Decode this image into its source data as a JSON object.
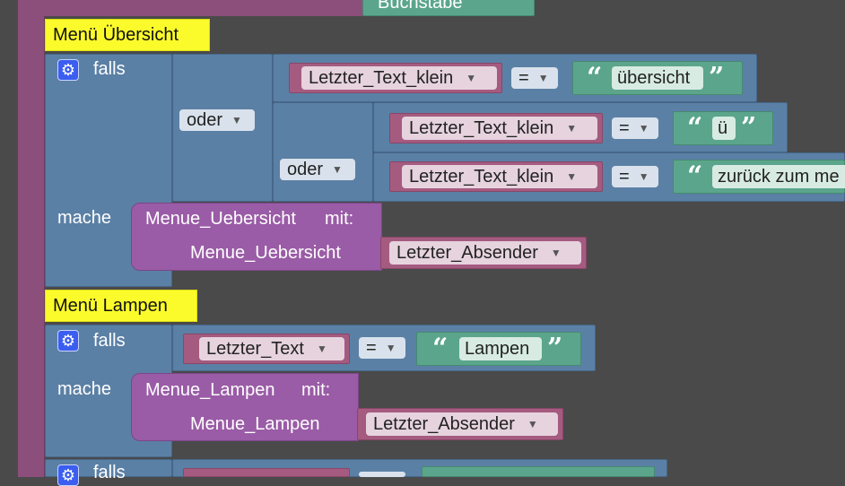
{
  "top": {
    "partial_label": "Buchstabe"
  },
  "block1": {
    "comment": "Menü Übersicht",
    "falls": "falls",
    "mache": "mache",
    "oder1": "oder",
    "oder2": "oder",
    "cond1": {
      "var": "Letzter_Text_klein",
      "op": "=",
      "text": "übersicht"
    },
    "cond2": {
      "var": "Letzter_Text_klein",
      "op": "=",
      "text": "ü"
    },
    "cond3": {
      "var": "Letzter_Text_klein",
      "op": "=",
      "text": "zurück zum me"
    },
    "proc": {
      "name": "Menue_Uebersicht",
      "mit": "mit:",
      "param": "Menue_Uebersicht",
      "arg": "Letzter_Absender"
    }
  },
  "block2": {
    "comment": "Menü Lampen",
    "falls": "falls",
    "mache": "mache",
    "cond1": {
      "var": "Letzter_Text",
      "op": "=",
      "text": "Lampen"
    },
    "proc": {
      "name": "Menue_Lampen",
      "mit": "mit:",
      "param": "Menue_Lampen",
      "arg": "Letzter_Absender"
    }
  },
  "block3": {
    "falls": "falls"
  },
  "icons": {
    "gear": "gear-icon",
    "dropdown": "dropdown-arrow-icon",
    "quote_open": "“",
    "quote_close": "”"
  },
  "colors": {
    "logic": "#5b80a5",
    "text": "#5ba58c",
    "variable": "#a55b80",
    "procedure": "#9a5ca6",
    "comment": "#fbfb2c",
    "rail": "#8c4f7c"
  }
}
